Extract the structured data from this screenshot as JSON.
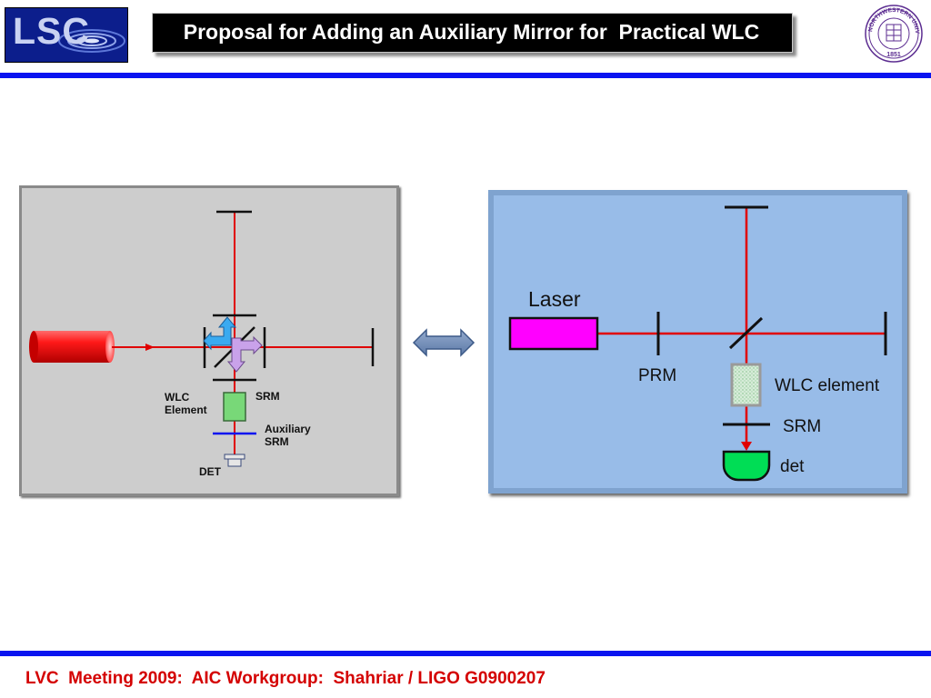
{
  "header": {
    "logo_text": "LSC",
    "title": "Proposal for Adding an Auxiliary Mirror for  Practical WLC",
    "seal_text": "NORTHWESTERN UNIVERSITY",
    "seal_year": "1851"
  },
  "left_diagram": {
    "labels": {
      "wlc_element": "WLC\nElement",
      "srm": "SRM",
      "auxiliary_srm": "Auxiliary\nSRM",
      "det": "DET"
    }
  },
  "right_diagram": {
    "labels": {
      "laser": "Laser",
      "prm": "PRM",
      "wlc_element": "WLC element",
      "srm": "SRM",
      "det": "det"
    }
  },
  "footer": {
    "text": "LVC  Meeting 2009:  AIC Workgroup:  Shahriar / LIGO G0900207"
  },
  "colors": {
    "beam": "#e00000",
    "rule": "#0a14f0",
    "footer_text": "#d40000",
    "left_panel_bg": "#cdcdcd",
    "right_panel_bg": "#98bce8",
    "laser_body": "#ff00ff",
    "detector": "#00dd55"
  },
  "icons": [
    "lsc-logo",
    "northwestern-seal",
    "double-arrow-icon",
    "beamsplitter-arrows-icon"
  ]
}
